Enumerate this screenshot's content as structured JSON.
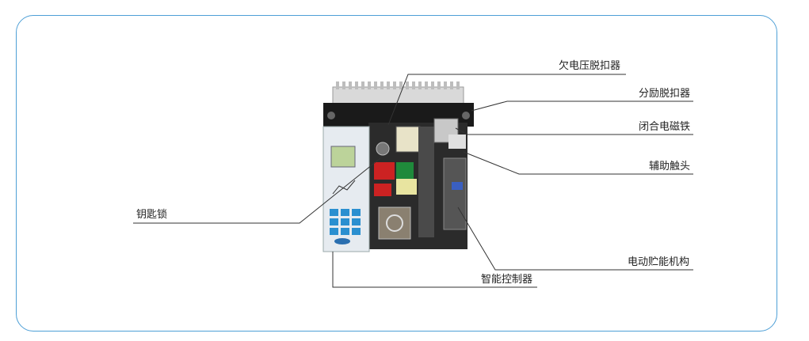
{
  "diagram": {
    "labels": {
      "undervoltage_release": "欠电压脱扣器",
      "shunt_release": "分励脱扣器",
      "closing_electromagnet": "闭合电磁铁",
      "auxiliary_contact": "辅助触头",
      "key_lock": "钥匙锁",
      "motor_energy_storage": "电动贮能机构",
      "intelligent_controller": "智能控制器"
    },
    "colors": {
      "frame_border": "#4d9fd6",
      "leader_line": "#333333"
    }
  }
}
